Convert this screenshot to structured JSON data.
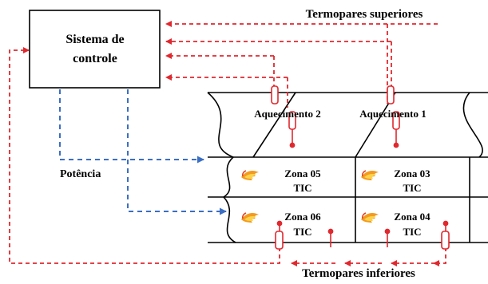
{
  "control_box": {
    "line1": "Sistema de",
    "line2": "controle"
  },
  "labels": {
    "top_thermocouples": "Termopares superiores",
    "bottom_thermocouples": "Termopares inferiores",
    "power": "Potência"
  },
  "heating": [
    {
      "label": "Aquecimento 2"
    },
    {
      "label": "Aquecimento 1"
    }
  ],
  "zones": [
    {
      "name": "Zona 05",
      "sub": "TIC"
    },
    {
      "name": "Zona 03",
      "sub": "TIC"
    },
    {
      "name": "Zona 06",
      "sub": "TIC"
    },
    {
      "name": "Zona 04",
      "sub": "TIC"
    }
  ],
  "colors": {
    "thermocouple_signal": "#e0282e",
    "power_signal": "#3b6fc4",
    "outline": "#000000"
  },
  "icons": [
    "flame-icon",
    "thermocouple-probe-icon",
    "arrowhead-icon"
  ]
}
